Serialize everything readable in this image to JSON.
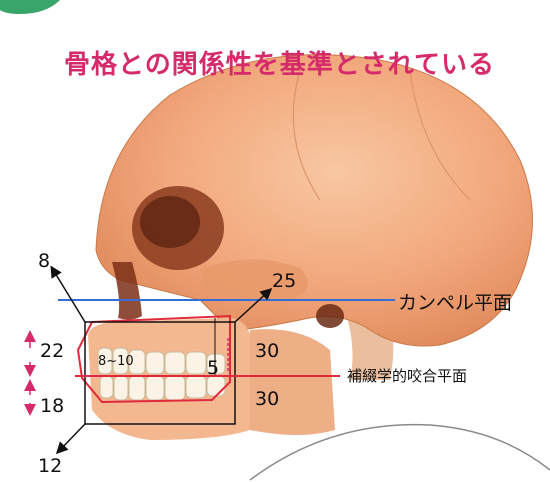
{
  "title": "骨格との関係性を基準とされている",
  "labels": {
    "camper_plane": "カンペル平面",
    "occlusal_plane": "補綴学的咬合平面",
    "upper_left": "8",
    "upper_right": "25",
    "lower_left": "12",
    "upper_height": "22",
    "lower_height": "18",
    "incisor_range": "8~10",
    "molar_offset": "5",
    "upper_depth": "30",
    "lower_depth": "30"
  },
  "colors": {
    "title": "#d62b6b",
    "camper_line": "#2f6fd6",
    "occlusal_line": "#e02a3a",
    "bone": "#f2a77c"
  }
}
